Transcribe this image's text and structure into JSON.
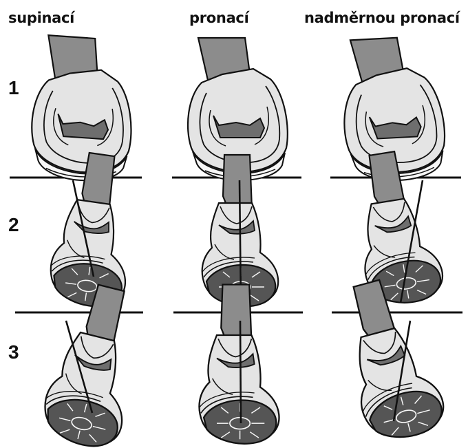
{
  "headers": [
    "supinací",
    "pronací",
    "nadměrnou pronací"
  ],
  "rows": [
    "1",
    "2",
    "3"
  ],
  "colors": {
    "ink": "#111111",
    "leg": "#8c8c8c",
    "shoe_light": "#e4e4e4",
    "shoe_white": "#f7f7f7",
    "sole_dark": "#555555",
    "heel_pad": "#6e6e6e"
  }
}
